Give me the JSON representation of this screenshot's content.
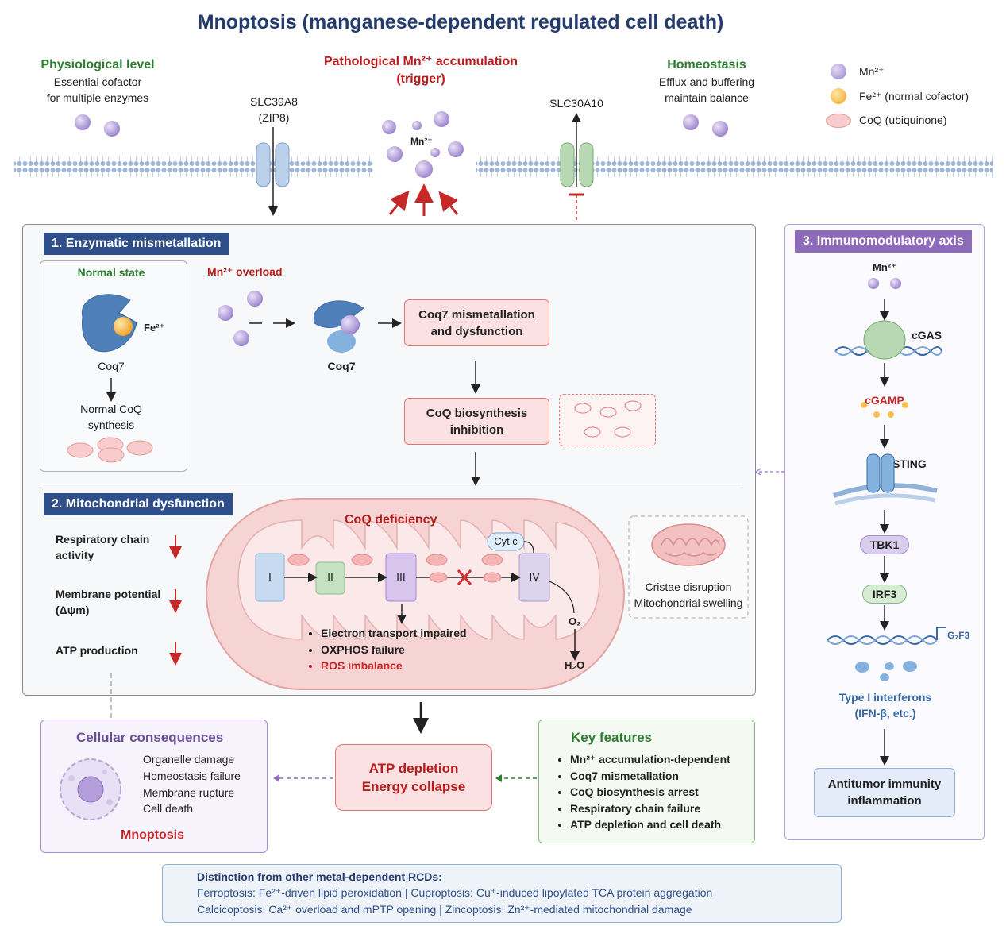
{
  "title": "Mnoptosis (manganese-dependent regulated cell death)",
  "top": {
    "physiological": {
      "heading": "Physiological level",
      "line1": "Essential cofactor",
      "line2": "for multiple enzymes"
    },
    "slc39a8": {
      "name": "SLC39A8",
      "alias": "(ZIP8)"
    },
    "pathological": {
      "heading": "Pathological Mn²⁺ accumulation",
      "sub": "(trigger)",
      "ion_label": "Mn²⁺"
    },
    "slc30a10": {
      "name": "SLC30A10"
    },
    "homeostasis": {
      "heading": "Homeostasis",
      "line1": "Efflux and buffering",
      "line2": "maintain balance"
    }
  },
  "legend": [
    {
      "label": "Mn²⁺",
      "color": "#b39ddb"
    },
    {
      "label": "Fe²⁺ (normal cofactor)",
      "color": "#f6c04d"
    },
    {
      "label": "CoQ (ubiquinone)",
      "color": "#f5b5b5"
    }
  ],
  "panel1": {
    "title": "1. Enzymatic mismetallation",
    "normal": {
      "heading": "Normal state",
      "fe_label": "Fe²⁺",
      "enzyme": "Coq7",
      "line1": "Normal CoQ",
      "line2": "synthesis"
    },
    "overload": {
      "heading": "Mn²⁺ overload",
      "enzyme": "Coq7"
    },
    "box1": {
      "line1": "Coq7 mismetallation",
      "line2": "and dysfunction"
    },
    "box2": {
      "line1": "CoQ biosynthesis",
      "line2": "inhibition"
    }
  },
  "panel2": {
    "title": "2. Mitochondrial dysfunction",
    "indicators": [
      {
        "line1": "Respiratory chain",
        "line2": "activity"
      },
      {
        "line1": "Membrane potential",
        "line2": "(Δψm)"
      },
      {
        "line1": "ATP production",
        "line2": ""
      }
    ],
    "coq_deficiency": "CoQ deficiency",
    "complexes": [
      "I",
      "II",
      "III",
      "IV"
    ],
    "cytc": "Cyt c",
    "o2": "O₂",
    "h2o": "H₂O",
    "bullets": [
      "Electron transport impaired",
      "OXPHOS failure",
      "ROS imbalance"
    ],
    "cristae": {
      "line1": "Cristae disruption",
      "line2": "Mitochondrial swelling"
    }
  },
  "panel3": {
    "title": "3. Immunomodulatory axis",
    "mn": "Mn²⁺",
    "cgas": "cGAS",
    "cgamp": "cGAMP",
    "sting": "STING",
    "tbk1": "TBK1",
    "irf3": "IRF3",
    "gene": "G₇F3",
    "ifn_line1": "Type I interferons",
    "ifn_line2": "(IFN-β, etc.)",
    "outcome_line1": "Antitumor immunity",
    "outcome_line2": "inflammation"
  },
  "consequences": {
    "title": "Cellular consequences",
    "items": [
      "Organelle damage",
      "Homeostasis failure",
      "Membrane rupture",
      "Cell death"
    ],
    "result": "Mnoptosis"
  },
  "atp_box": {
    "line1": "ATP depletion",
    "line2": "Energy collapse"
  },
  "key_features": {
    "title": "Key features",
    "items": [
      "Mn²⁺ accumulation-dependent",
      "Coq7 mismetallation",
      "CoQ biosynthesis arrest",
      "Respiratory chain failure",
      "ATP depletion and cell death"
    ]
  },
  "distinction": {
    "title": "Distinction from other metal-dependent RCDs:",
    "row1": "Ferroptosis: Fe²⁺-driven lipid peroxidation  |  Cuproptosis: Cu⁺-induced lipoylated TCA protein aggregation",
    "row2": "Calcicoptosis: Ca²⁺ overload and mPTP opening  |  Zincoptosis: Zn²⁺-mediated mitochondrial damage"
  },
  "colors": {
    "title": "#233b6e",
    "panel_blue": "#2f4f8a",
    "panel_purple": "#8e6bb8",
    "red": "#b71c1c",
    "green": "#2e7d32"
  }
}
